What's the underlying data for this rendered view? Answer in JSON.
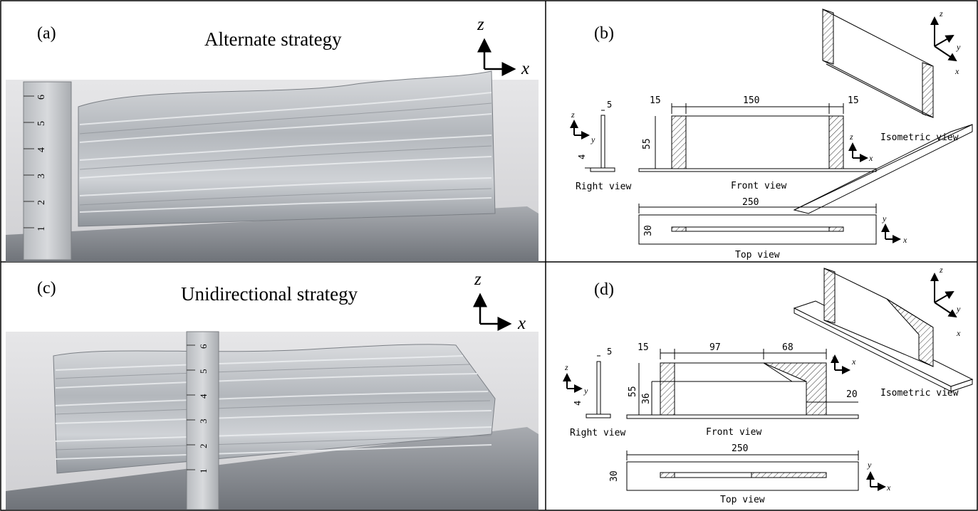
{
  "panels": {
    "a": {
      "label": "(a)",
      "title": "Alternate strategy"
    },
    "b": {
      "label": "(b)"
    },
    "c": {
      "label": "(c)",
      "title": "Unidirectional strategy"
    },
    "d": {
      "label": "(d)"
    }
  },
  "axes": {
    "z": "z⃗",
    "x": "x⃗",
    "y": "y⃗"
  },
  "views": {
    "right": "Right view",
    "front": "Front view",
    "top": "Top view",
    "iso": "Isometric view"
  },
  "dims_b": {
    "wall_thk": "5",
    "left_end": "15",
    "middle": "150",
    "right_end": "15",
    "height": "55",
    "base": "4",
    "length": "250",
    "width": "30"
  },
  "dims_d": {
    "wall_thk": "5",
    "left_end": "15",
    "middle": "97",
    "right_part": "68",
    "height": "55",
    "inner_height": "36",
    "base": "4",
    "offset": "20",
    "length": "250",
    "width": "30"
  },
  "ruler_a": [
    "6",
    "5",
    "4",
    "3",
    "2",
    "1"
  ],
  "ruler_c": [
    "6",
    "5",
    "4",
    "3",
    "2",
    "1"
  ]
}
